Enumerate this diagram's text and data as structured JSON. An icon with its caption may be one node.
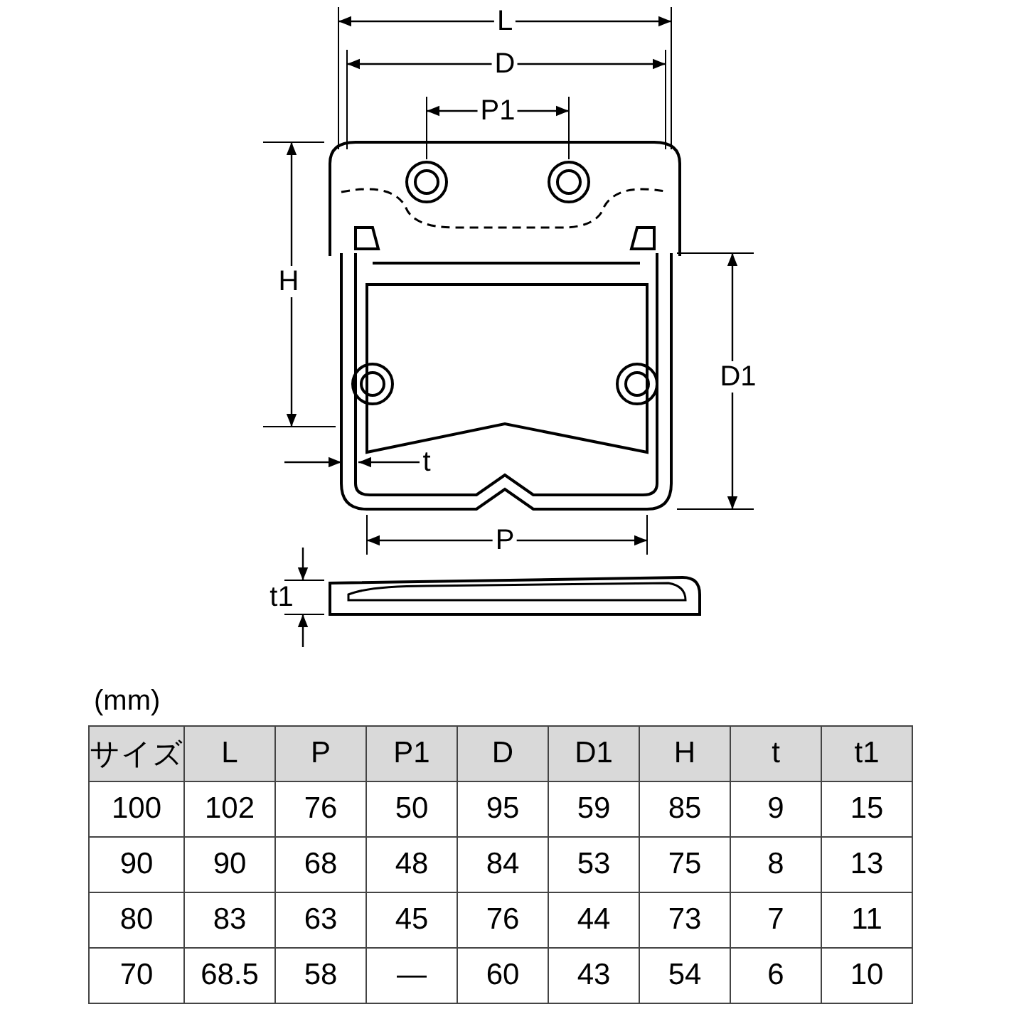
{
  "diagram": {
    "labels": [
      "L",
      "D",
      "P1",
      "H",
      "D1",
      "t",
      "P",
      "t1",
      "(mm)",
      "サイズ",
      "L",
      "P",
      "P1",
      "D",
      "D1",
      "H",
      "t",
      "t1",
      "100",
      "102",
      "76",
      "50",
      "95",
      "59",
      "85",
      "9",
      "15",
      "90",
      "90",
      "68",
      "48",
      "84",
      "53",
      "75",
      "8",
      "13",
      "80",
      "83",
      "63",
      "45",
      "76",
      "44",
      "73",
      "7",
      "11",
      "70",
      "68.5",
      "58",
      "—",
      "60",
      "43",
      "54",
      "6",
      "10"
    ]
  }
}
